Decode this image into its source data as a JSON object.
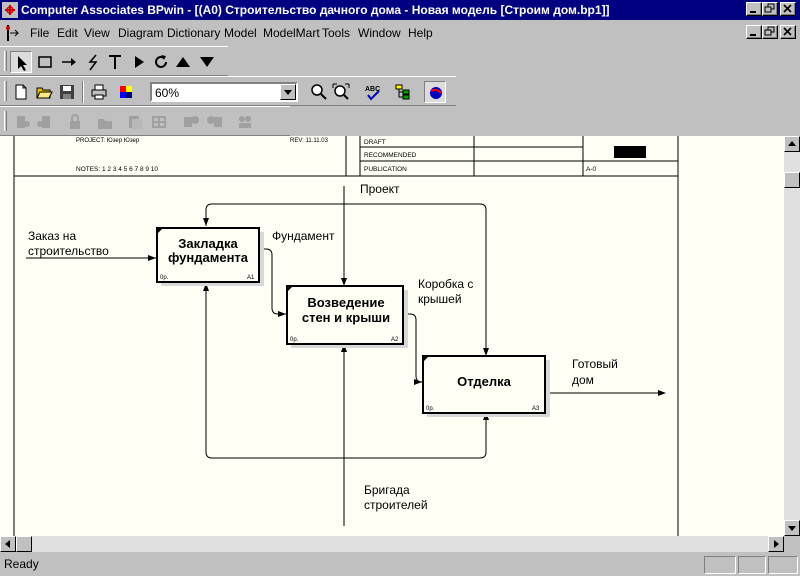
{
  "window": {
    "title": "Computer Associates BPwin - [(A0) Строительство дачного дома - Новая модель  [Строим дом.bp1]]"
  },
  "menu": [
    "File",
    "Edit",
    "View",
    "Diagram",
    "Dictionary",
    "Model",
    "ModelMart",
    "Tools",
    "Window",
    "Help"
  ],
  "toolbar": {
    "zoom_value": "60%"
  },
  "diagram_header": {
    "project": "PROJECT: Юзер Юзер",
    "rev": "REV:  11.11.03",
    "notes": "NOTES: 1 2 3 4 5 6 7 8 9 10",
    "rows": [
      "DRAFT",
      "RECOMMENDED",
      "PUBLICATION"
    ],
    "node": "A-0"
  },
  "diagram": {
    "activities": [
      {
        "name": "Закладка фундамента",
        "line1": "Закладка",
        "line2": "фундамента",
        "cost": "0р.",
        "node": "A1"
      },
      {
        "name": "Возведение стен и крыши",
        "line1": "Возведение",
        "line2": "стен и крыши",
        "cost": "0р.",
        "node": "A2"
      },
      {
        "name": "Отделка",
        "line1": "Отделка",
        "line2": "",
        "cost": "0р.",
        "node": "A3"
      }
    ],
    "arrows": {
      "control": "Проект",
      "input_line1": "Заказ на",
      "input_line2": "строительство",
      "out1": "Фундамент",
      "out2_line1": "Коробка с",
      "out2_line2": "крышей",
      "output_line1": "Готовый",
      "output_line2": "дом",
      "mechanism_line1": "Бригада",
      "mechanism_line2": "строителей"
    }
  },
  "status": {
    "text": "Ready"
  }
}
